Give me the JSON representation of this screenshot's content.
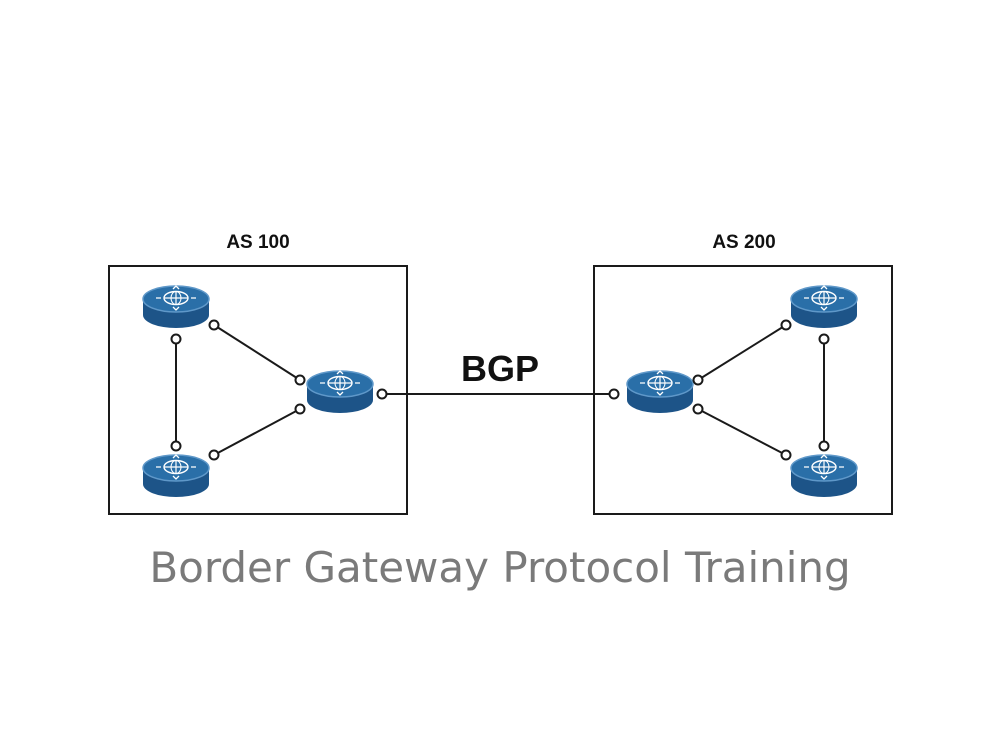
{
  "title_caption": "Border Gateway Protocol Training",
  "protocol_label": "BGP",
  "systems": [
    {
      "label": "AS 100"
    },
    {
      "label": "AS 200"
    }
  ],
  "colors": {
    "router_top": "#2a6fa8",
    "router_side": "#1d5488",
    "router_rim": "#5f98c9",
    "caption": "#7a7a7a",
    "line": "#1a1a1a"
  },
  "icons": {
    "router": "router-icon"
  }
}
